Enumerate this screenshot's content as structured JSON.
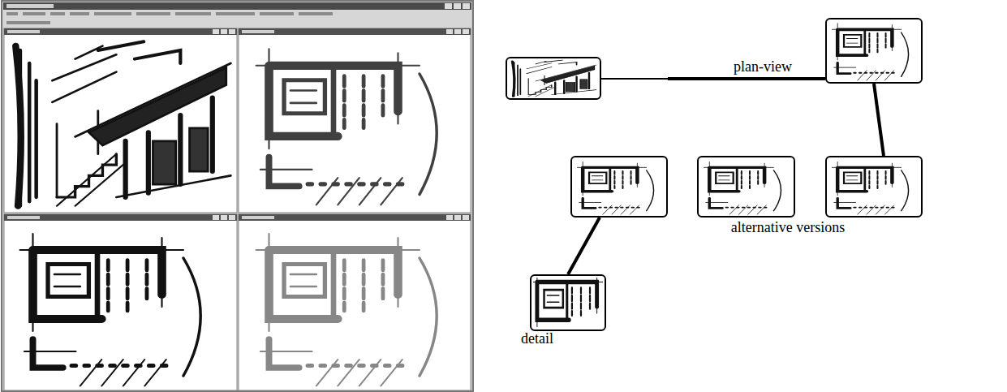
{
  "diagram": {
    "nodes": [
      {
        "text": []
      },
      {
        "text": []
      },
      {
        "text": []
      },
      {
        "text": []
      },
      {
        "text": []
      },
      {
        "text": [
          "detail"
        ]
      }
    ],
    "edges": [
      {
        "from": 0,
        "to": 1,
        "arrow": "none",
        "label": "plan-view"
      },
      {
        "from": 1,
        "to": 2,
        "arrow": "none"
      },
      {
        "from": 1,
        "to": 3,
        "arrow": "none"
      },
      {
        "from": 1,
        "to": 4,
        "arrow": "none"
      },
      {
        "from": 2,
        "to": 5,
        "arrow": "none"
      }
    ],
    "labels": [
      "alternative versions"
    ]
  }
}
